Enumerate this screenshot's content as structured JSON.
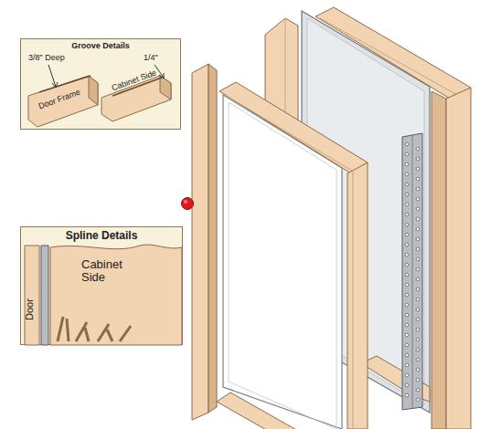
{
  "diagram": {
    "nodes": [
      {
        "text": [
          "Groove Details"
        ]
      },
      {
        "text": [
          "Spline Details"
        ]
      }
    ],
    "labels": [
      "3/8\" Deep",
      "1/4\"",
      "Door Frame",
      "Cabinet Side",
      "Door",
      "Cabinet Side"
    ]
  }
}
